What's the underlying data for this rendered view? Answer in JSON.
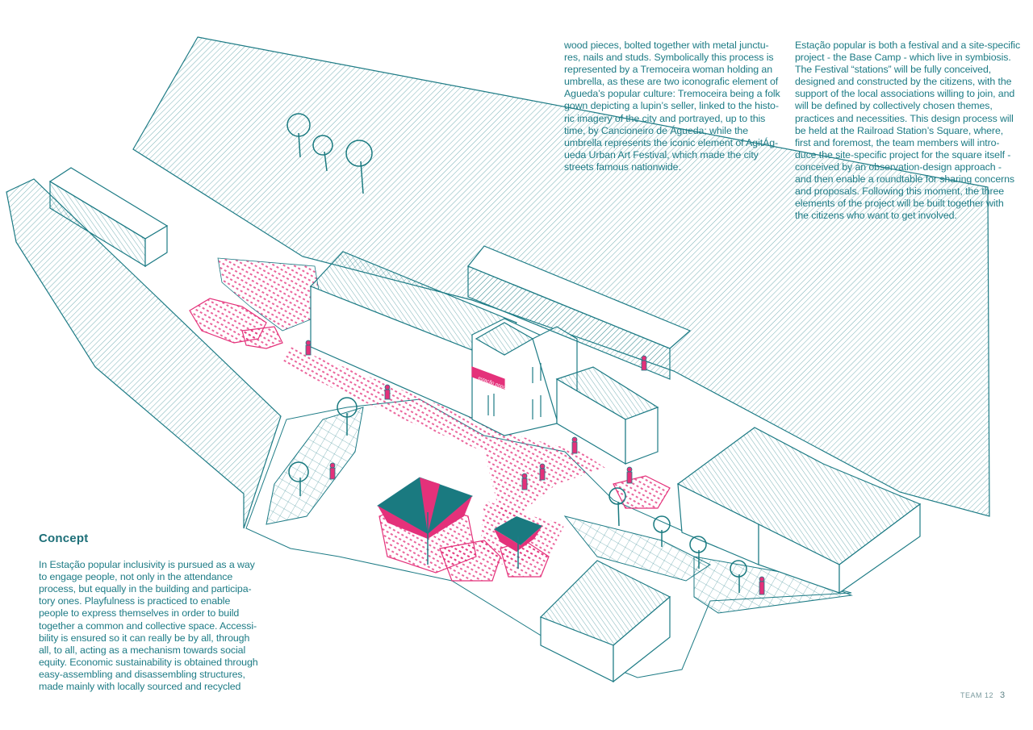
{
  "column_middle": {
    "lines": [
      "wood pieces, bolted together with metal junctu-",
      "res, nails and studs. Symbolically this process is",
      "represented by a Tremoceira woman holding an",
      "umbrella, as these are two iconografic element of",
      "Agueda’s popular culture: Tremoceira being a folk",
      "gown depicting a lupin’s seller, linked to the histo-",
      "ric imagery of the city and portrayed, up to this",
      "time, by Cancioneiro de Águeda; while the",
      "umbrella represents the iconic element of AgitÁg-",
      "ueda Urban Art Festival, which made the city",
      "streets famous nationwide."
    ]
  },
  "column_right": {
    "lines": [
      "Estação popular is both a festival and a site-specific",
      "project - the Base Camp - which live in symbiosis.",
      "The Festival “stations” will be fully conceived,",
      "designed and constructed by the citizens, with the",
      "support of the local associations willing to join, and",
      "will be defined by collectively chosen themes,",
      "practices and necessities. This design process will",
      "be held at the Railroad Station’s Square, where,",
      "first and foremost, the team members will intro-",
      "duce the site-specific project for the square itself -",
      "conceived by an observation-design approach -",
      "and then enable a roundtable for sharing concerns",
      "and proposals. Following this moment, the three",
      "elements of the project will be built together with",
      "the citizens who want to get involved."
    ]
  },
  "concept": {
    "title": "Concept",
    "lines": [
      "In Estação popular inclusivity is pursued as a way",
      "to engage people, not only in the attendance",
      "process, but equally in the building and participa-",
      "tory ones. Playfulness is practiced to enable",
      "people to express themselves in order to build",
      "together a common and collective space. Accessi-",
      "bility is ensured so it can really be by all, through",
      "all, to all, acting as a mechanism towards social",
      "equity. Economic sustainability is obtained through",
      "easy-assembling and disassembling structures,",
      "made mainly with locally sourced and recycled"
    ]
  },
  "illustration": {
    "banner_text": "estação popular",
    "colors": {
      "line": "#1d7b85",
      "accent": "#e4317a",
      "umbrella_dark": "#1a7a80",
      "umbrella_pink": "#e4317a"
    }
  },
  "footer": {
    "team": "TEAM 12",
    "page": "3"
  }
}
